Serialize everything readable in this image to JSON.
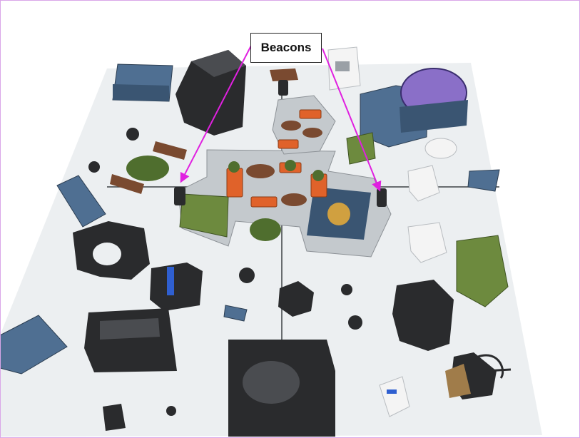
{
  "image": {
    "subject": "tabletop-wargame-board",
    "colors": {
      "frame": "#d9a6e8",
      "background": "#ffffff",
      "mat": "#eceff1",
      "mat_seam": "#3c4044",
      "arrow": "#e020e0",
      "terrain_black": "#2a2b2d",
      "crate_orange": "#e0622a",
      "foliage_green": "#4f6e2e",
      "table_brown": "#7a4a30",
      "printed_tile_blue": "#4f6f92",
      "printed_tile_green": "#6d8a3e",
      "white_terrain": "#f4f4f4"
    }
  },
  "annotation": {
    "label": "Beacons",
    "arrows": [
      {
        "name": "beacon-arrow-left"
      },
      {
        "name": "beacon-arrow-right"
      }
    ]
  }
}
